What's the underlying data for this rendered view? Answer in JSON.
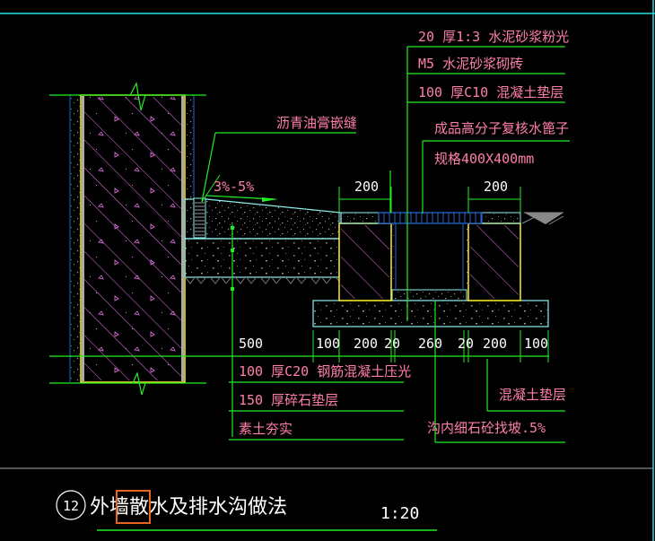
{
  "drawing": {
    "title_number": "12",
    "title_prefix": "外墙",
    "title_highlight": "散水",
    "title_suffix": "及排水沟做法",
    "scale": "1:20",
    "highlight_color": "#e8641e"
  },
  "colors": {
    "background": "#000000",
    "dimension_line": "#22ee22",
    "label_text": "#ff7fa8",
    "dimension_text": "#ffffff",
    "outline_cyan": "#8ff0f0",
    "frame_cyan": "#22e0e0",
    "wall_yellow": "#ffee22",
    "hatch_magenta": "#ee77ee",
    "grating_blue": "#2266cc",
    "gray": "#888888"
  },
  "top_callouts": [
    "20  厚1:3  水泥砂浆粉光",
    "M5  水泥砂浆砌砖",
    "100  厚C10  混凝土垫层"
  ],
  "grate_callout": {
    "line1": "成品高分子复核水篦子",
    "line2": "规格400X400mm"
  },
  "joint_callout": "沥青油膏嵌缝",
  "slope_label": "3%-5%",
  "top_dimensions": [
    "200",
    "200"
  ],
  "bottom_dimensions": [
    "500",
    "100",
    "200",
    "20",
    "260",
    "20",
    "200",
    "100"
  ],
  "bottom_callouts": [
    "100  厚C20  钢筋混凝土压光",
    "150  厚碎石垫层",
    "素土夯实"
  ],
  "right_callouts": {
    "pad": "混凝土垫层",
    "trench_fill": "沟内细石砼找坡.5%"
  }
}
